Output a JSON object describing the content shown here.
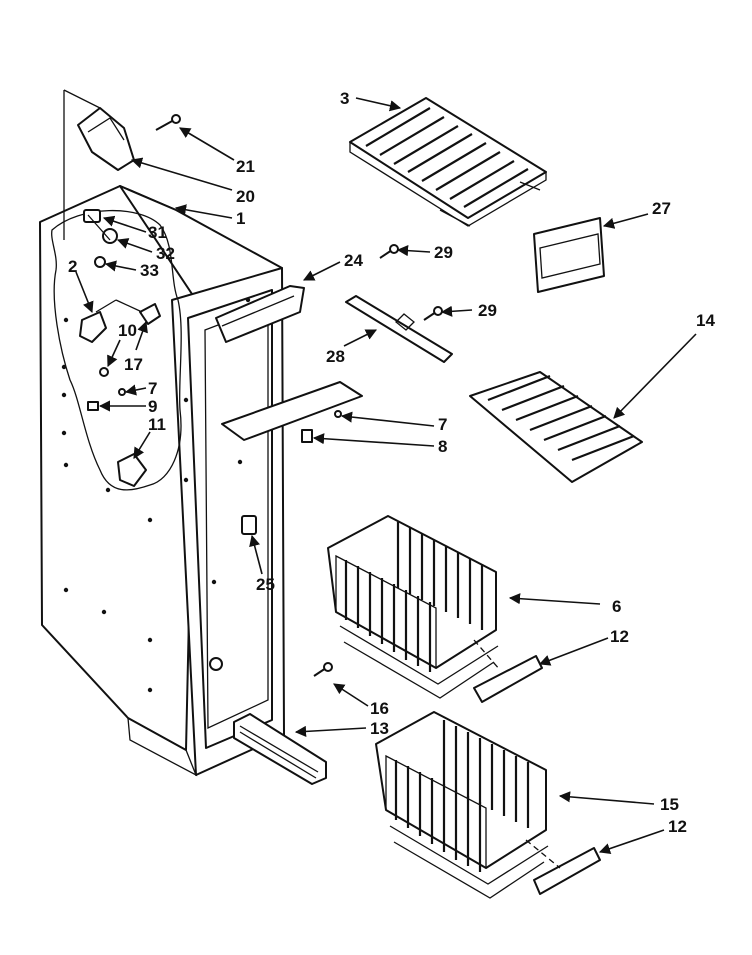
{
  "diagram": {
    "callouts": {
      "c1": "1",
      "c2": "2",
      "c3": "3",
      "c6": "6",
      "c7a": "7",
      "c7b": "7",
      "c8": "8",
      "c9": "9",
      "c10": "10",
      "c11": "11",
      "c12a": "12",
      "c12b": "12",
      "c13": "13",
      "c14": "14",
      "c15": "15",
      "c16": "16",
      "c17": "17",
      "c20": "20",
      "c21": "21",
      "c24": "24",
      "c25": "25",
      "c27": "27",
      "c28": "28",
      "c29a": "29",
      "c29b": "29",
      "c31": "31",
      "c32": "32",
      "c33": "33"
    },
    "colors": {
      "ink": "#111111",
      "paper": "#ffffff"
    }
  }
}
